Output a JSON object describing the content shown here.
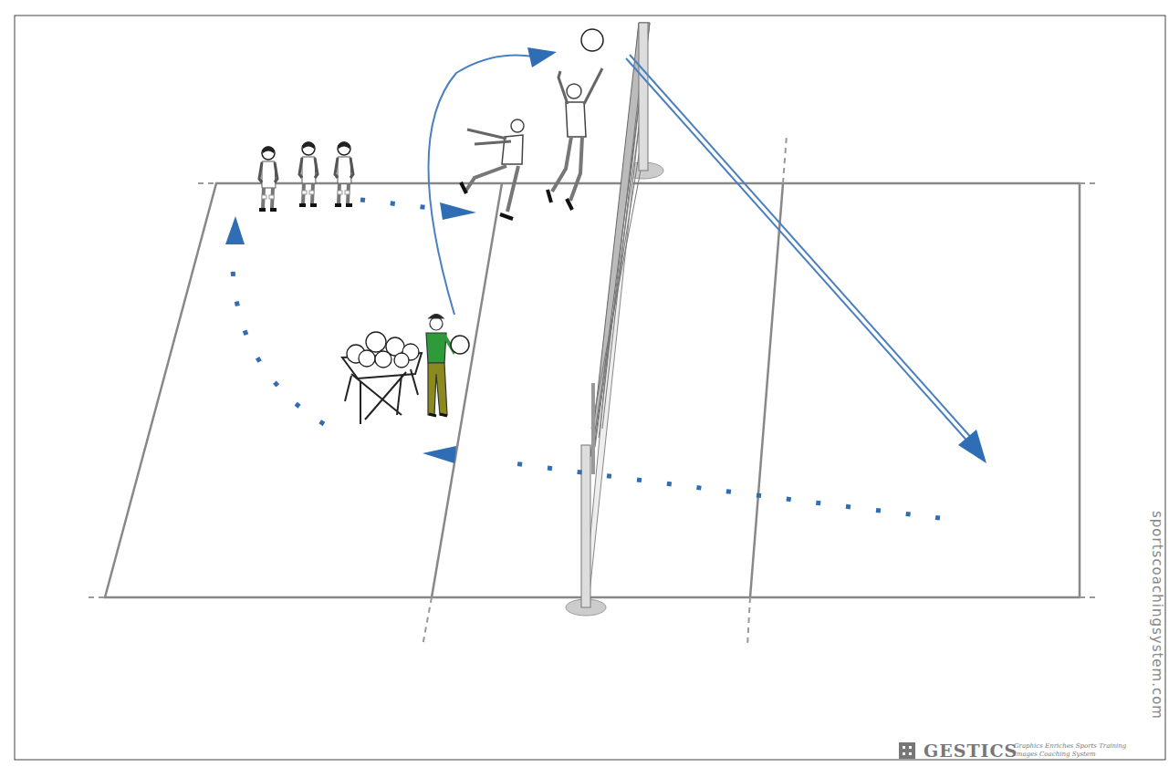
{
  "diagram": {
    "labels": [
      "sportscoachingsystem.com",
      "GESTICS",
      "Graphics Enriches Sports Training",
      "Images Coaching System"
    ]
  }
}
